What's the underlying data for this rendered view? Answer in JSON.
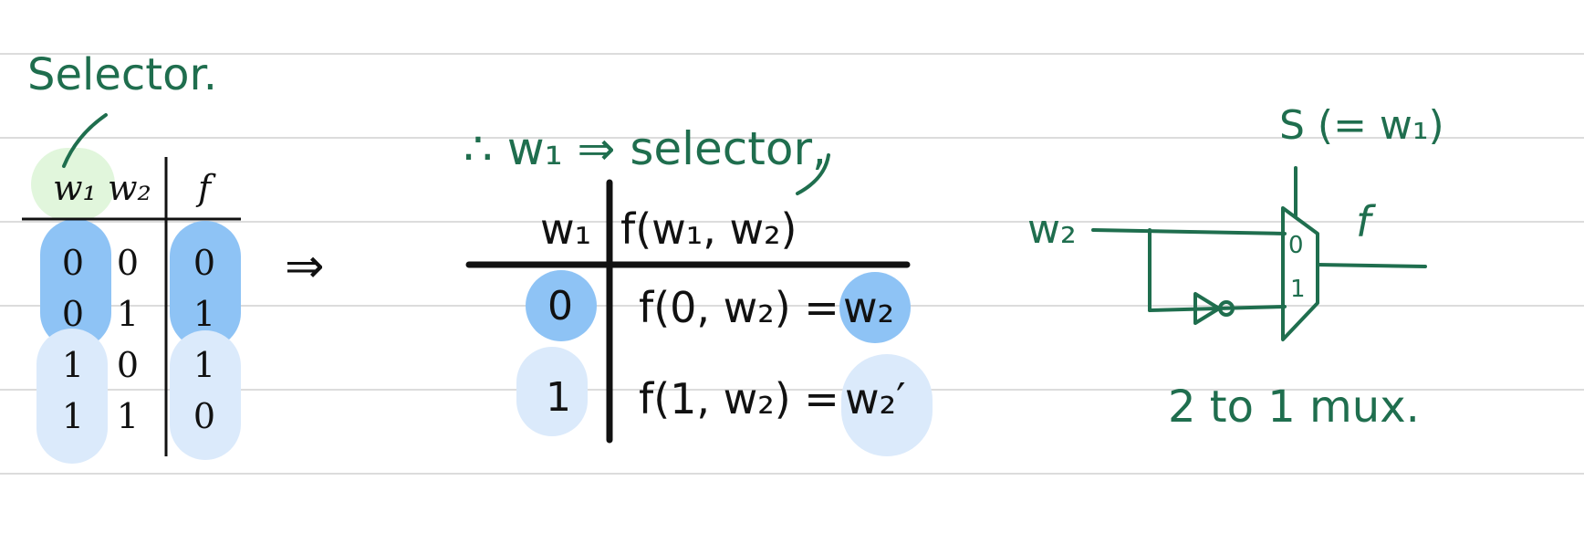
{
  "colors": {
    "green_ink": "#1f6e4e",
    "black_ink": "#111111",
    "dark_highlight": "#8ec3f5",
    "light_highlight": "#dbeafb",
    "selector_highlight": "#e1f6dc",
    "rule_line": "#dcdcdc"
  },
  "note_selector": "Selector.",
  "truth_table": {
    "headers": [
      "w₁",
      "w₂",
      "f"
    ],
    "rows": [
      [
        "0",
        "0",
        "0"
      ],
      [
        "0",
        "1",
        "1"
      ],
      [
        "1",
        "0",
        "1"
      ],
      [
        "1",
        "1",
        "0"
      ]
    ]
  },
  "implies": "⇒",
  "reduced": {
    "note": "∴ w₁ ⇒ selector,",
    "header_w1": "w₁",
    "header_f": "f(w₁, w₂)",
    "rows": [
      {
        "w1": "0",
        "expr": "f(0, w₂) = ",
        "result": "w₂"
      },
      {
        "w1": "1",
        "expr": "f(1, w₂) = ",
        "result": "w₂′"
      }
    ]
  },
  "mux": {
    "select_label": "S (= w₁)",
    "input_label": "w₂",
    "output_label": "f",
    "port0": "0",
    "port1": "1",
    "caption": "2 to 1 mux."
  }
}
